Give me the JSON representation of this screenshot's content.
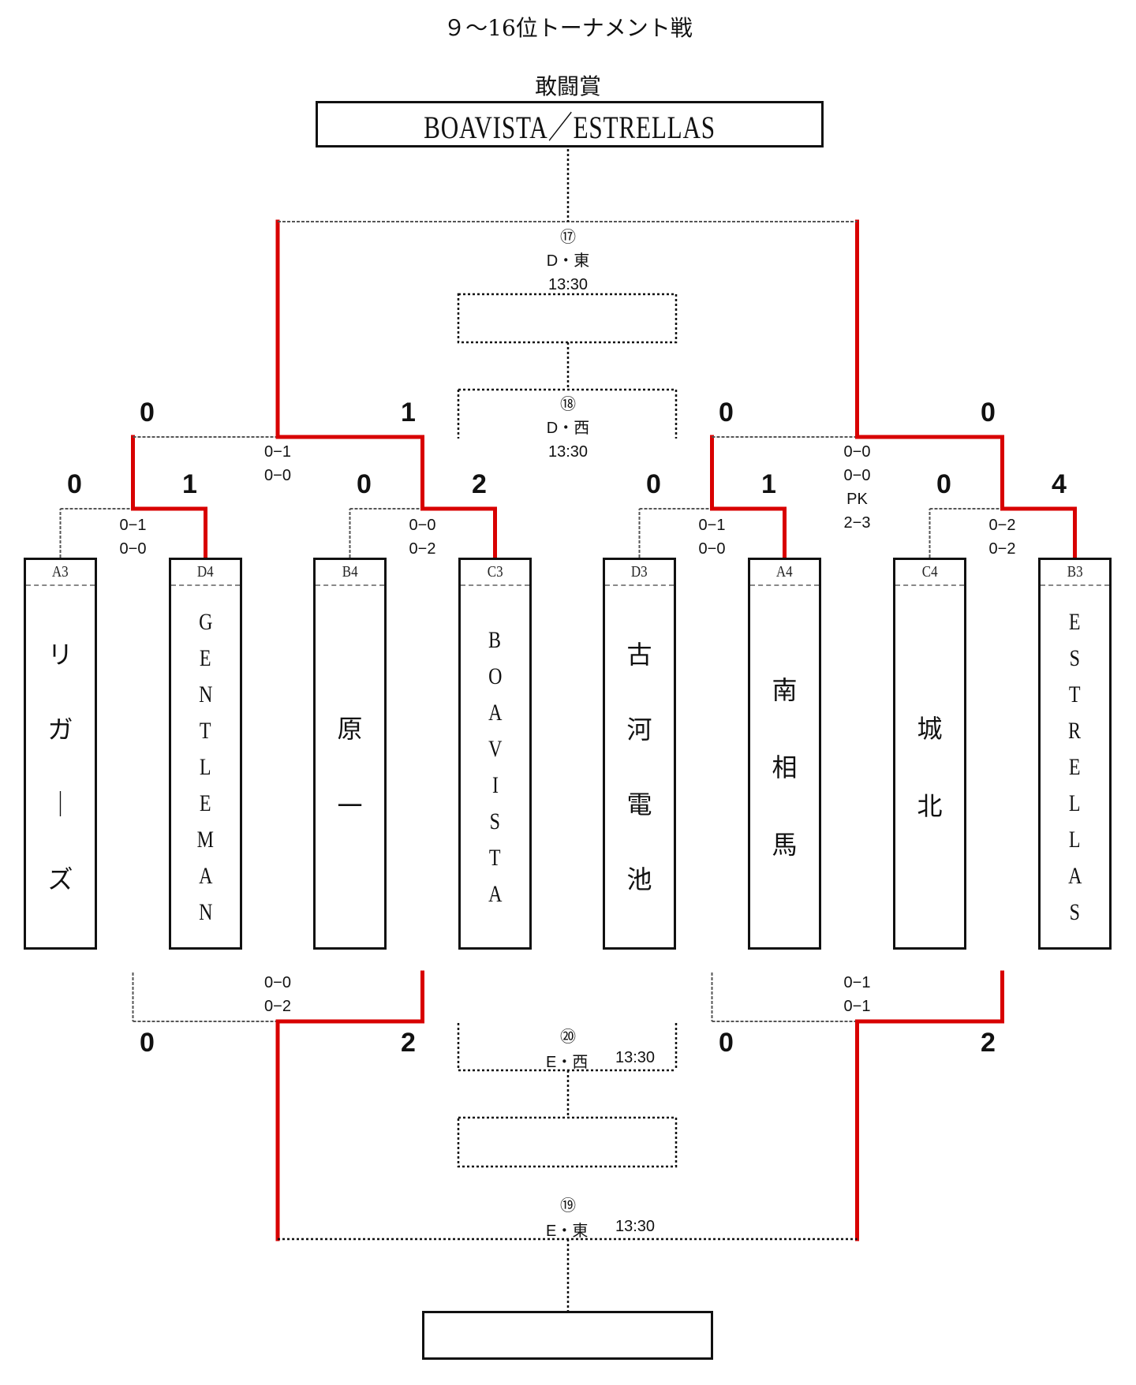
{
  "title": "９～16位トーナメント戦",
  "award": {
    "label": "敢闘賞",
    "winners": "BOAVISTA／ESTRELLAS"
  },
  "colors": {
    "winner_line": "#D80000",
    "line": "#111111",
    "dashed": "#555555"
  },
  "teams": [
    {
      "group": "A3",
      "name": [
        "リ",
        "ガ",
        "｜",
        "ズ"
      ],
      "script": "kana"
    },
    {
      "group": "D4",
      "name": [
        "G",
        "E",
        "N",
        "T",
        "L",
        "E",
        "M",
        "A",
        "N"
      ],
      "script": "latin"
    },
    {
      "group": "B4",
      "name": [
        "原",
        "一"
      ],
      "script": "kana"
    },
    {
      "group": "C3",
      "name": [
        "B",
        "O",
        "A",
        "V",
        "I",
        "S",
        "T",
        "A"
      ],
      "script": "latin"
    },
    {
      "group": "D3",
      "name": [
        "古",
        "河",
        "電",
        "池"
      ],
      "script": "kana"
    },
    {
      "group": "A4",
      "name": [
        "南",
        "相",
        "馬"
      ],
      "script": "kana"
    },
    {
      "group": "C4",
      "name": [
        "城",
        "北"
      ],
      "script": "kana"
    },
    {
      "group": "B3",
      "name": [
        "E",
        "S",
        "T",
        "R",
        "E",
        "L",
        "L",
        "A",
        "S"
      ],
      "script": "latin"
    }
  ],
  "round1": [
    {
      "teams": [
        "A3 リガーズ",
        "D4 GENTLEMAN"
      ],
      "score": [
        "0",
        "1"
      ],
      "halves": [
        "0−1",
        "0−0"
      ],
      "winner": 1
    },
    {
      "teams": [
        "B4 原一",
        "C3 BOAVISTA"
      ],
      "score": [
        "0",
        "2"
      ],
      "halves": [
        "0−0",
        "0−2"
      ],
      "winner": 1
    },
    {
      "teams": [
        "D3 古河電池",
        "A4 南相馬"
      ],
      "score": [
        "0",
        "1"
      ],
      "halves": [
        "0−1",
        "0−0"
      ],
      "winner": 1
    },
    {
      "teams": [
        "C4 城北",
        "B3 ESTRELLAS"
      ],
      "score": [
        "0",
        "4"
      ],
      "halves": [
        "0−2",
        "0−2"
      ],
      "winner": 1
    }
  ],
  "round2_upper": [
    {
      "score": [
        "0",
        "1"
      ],
      "halves": [
        "0−1",
        "0−0"
      ],
      "winner": 1
    },
    {
      "score": [
        "0",
        "0"
      ],
      "halves": [
        "0−0",
        "0−0",
        "PK",
        "2−3"
      ],
      "winner": 1
    }
  ],
  "round2_lower": [
    {
      "score": [
        "0",
        "2"
      ],
      "halves": [
        "0−0",
        "0−2"
      ],
      "winner": 1
    },
    {
      "score": [
        "0",
        "2"
      ],
      "halves": [
        "0−1",
        "0−1"
      ],
      "winner": 1
    }
  ],
  "matches": {
    "m17": {
      "number": "⑰",
      "venue": "D・東",
      "time": "13:30"
    },
    "m18": {
      "number": "⑱",
      "venue": "D・西",
      "time": "13:30"
    },
    "m20": {
      "number": "⑳",
      "venue": "E・西",
      "time": "13:30"
    },
    "m19": {
      "number": "⑲",
      "venue": "E・東",
      "time": "13:30"
    }
  },
  "result_boxes": {
    "m17_result": "",
    "m20_result": "",
    "m19_result": ""
  }
}
